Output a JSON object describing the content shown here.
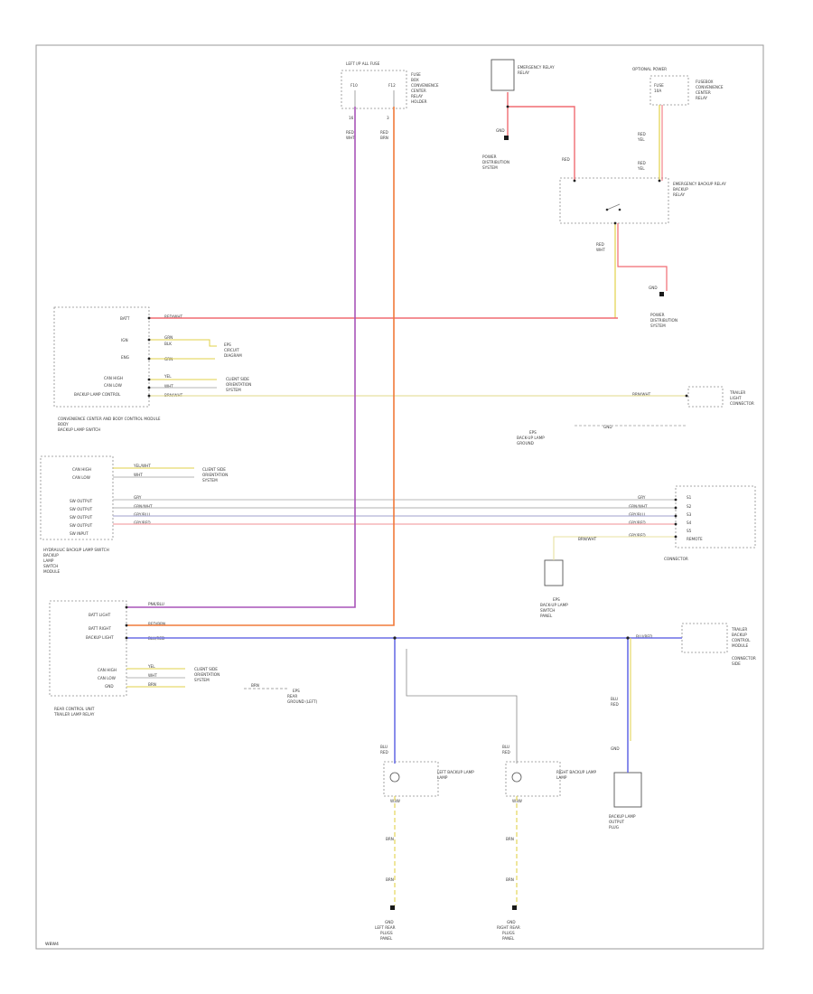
{
  "colors": {
    "red": "#f06b72",
    "purple": "#a854b8",
    "orange": "#f07a3a",
    "blue": "#6b6fe6",
    "yellow": "#e2d24a",
    "gray": "#b4b4b4",
    "frame": "#9a9a9a"
  },
  "labels": {
    "fuse_box": "LEFT I/P ALL FUSE",
    "batt": "BATT",
    "ign": "IGN",
    "eng": "ENG",
    "gnd": "GND",
    "ctrl_main": "CONVENIENCE CENTER AND BODY CONTROL MODULE",
    "ctrl_hazard": "HYDRAULIC BACKUP LAMP SWITCH",
    "ctrl_rear": "REAR CONTROL UNIT",
    "emergency_relay": "EMERGENCY RELAY",
    "relay_box": "EMERGENCY BACKUP RELAY",
    "optional_power": "OPTIONAL POWER",
    "trailer": "TRAILER",
    "left_lamp": "LEFT BACKUP LAMP",
    "right_lamp": "RIGHT BACKUP LAMP",
    "third_lamp": "BACKUP LAMP",
    "left_gnd": "LEFT REAR",
    "right_gnd": "RIGHT REAR",
    "connector": "CONNECTOR",
    "footer": "W8W4"
  }
}
